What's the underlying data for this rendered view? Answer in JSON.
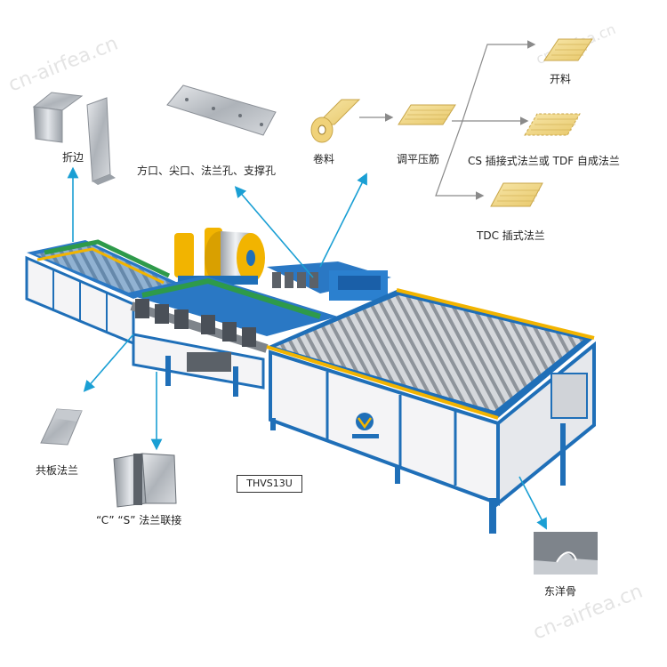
{
  "watermarks": [
    "cn-airfea.cn",
    "cn-airfea.cn",
    "cn-airfea.cn"
  ],
  "labels": {
    "fold_edge": "折边",
    "holes": "方口、尖口、法兰孔、支撑孔",
    "coil": "卷料",
    "level_rib": "调平压筋",
    "open": "开料",
    "cs_tdf": "CS 插接式法兰或 TDF 自成法兰",
    "tdc": "TDC 插式法兰",
    "common_flange": "共板法兰",
    "cs_joint": "“C” “S” 法兰联接",
    "dongyang": "东洋骨"
  },
  "model": "THVS13U",
  "colors": {
    "arrow": "#1a9fd4",
    "frame": "#1f6fb8",
    "cabinet": "#f4f4f6",
    "roller": "#b9bdc4",
    "rail_yellow": "#f2b400",
    "belt_green": "#2e9a4a",
    "flow_arrow": "#8a8a8a",
    "sheet": "#f3d98a"
  }
}
